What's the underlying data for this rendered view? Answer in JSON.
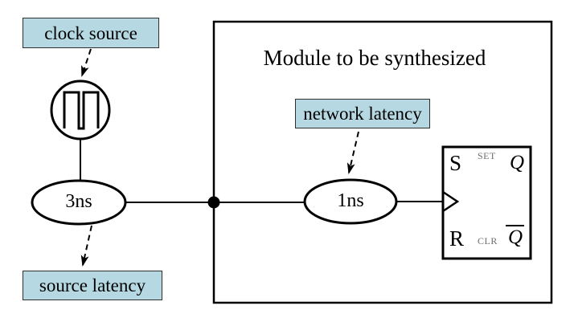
{
  "colors": {
    "background": "#ffffff",
    "label_fill": "#b5d8e2",
    "label_border": "#2f2f2f",
    "stroke": "#000000",
    "muted_text": "#6e6e6e"
  },
  "module": {
    "title": "Module to be synthesized"
  },
  "clock_source": {
    "label": "clock source"
  },
  "source_latency": {
    "label": "source latency",
    "value": "3ns"
  },
  "network_latency": {
    "label": "network latency",
    "value": "1ns"
  },
  "flip_flop": {
    "input_top": "S",
    "set_label": "SET",
    "output_top": "Q",
    "input_bottom": "R",
    "clr_label": "CLR",
    "output_bottom": "Q"
  },
  "icons": {
    "clock_waveform": "square-wave-clock-symbol",
    "junction_dot": "wire-junction-node",
    "clock_edge_triangle": "flip-flop-clock-input"
  }
}
